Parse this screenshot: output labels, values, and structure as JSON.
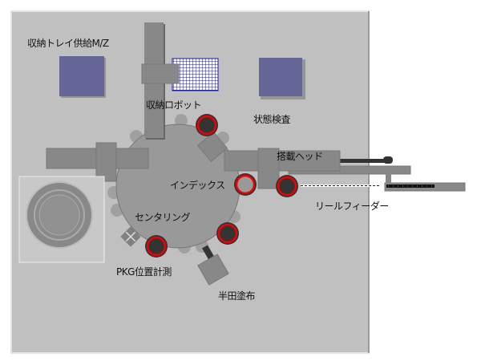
{
  "labels": {
    "tray_supply": "収納トレイ供給M/Z",
    "storage_robot": "収納ロボット",
    "state_inspection": "状態検査",
    "mount_head": "搭載ヘッド",
    "index": "インデックス",
    "centering": "センタリング",
    "pkg_measure": "PKG位置計測",
    "solder": "半田塗布",
    "reel_feeder": "リールフィーダー"
  },
  "colors": {
    "panel": "#c0c0c0",
    "tray": "#666699",
    "grid": "#1a1aa0",
    "part": "#888888",
    "nozzle_ring": "#ee0000",
    "nozzle": "#333333"
  }
}
